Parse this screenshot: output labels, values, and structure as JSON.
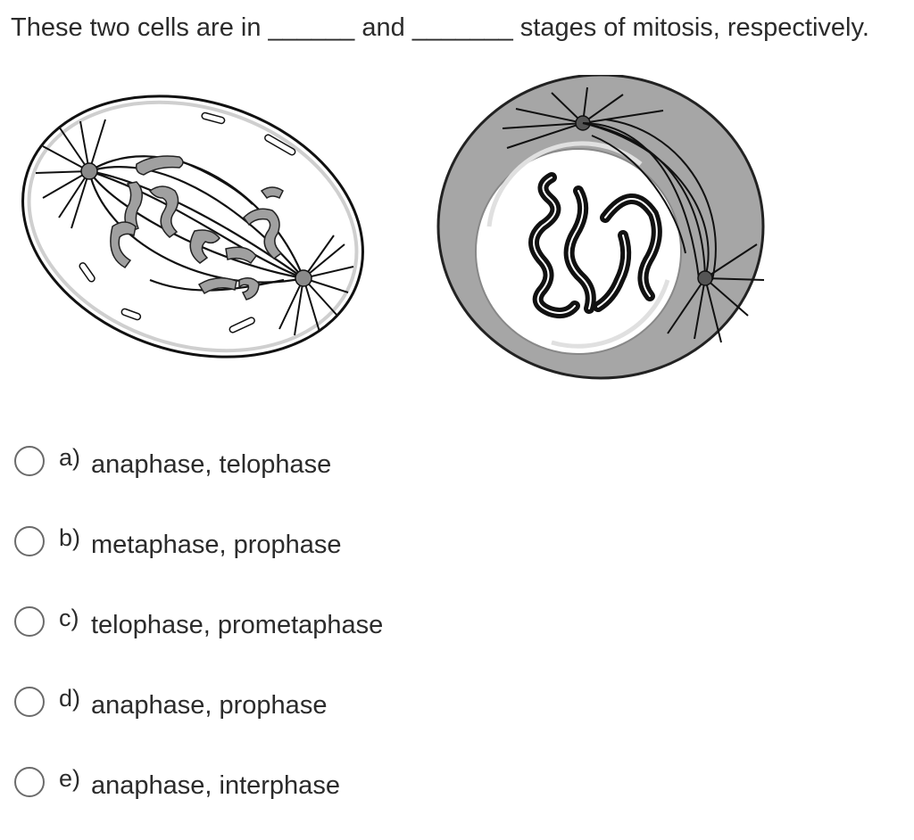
{
  "question": {
    "part1": "These two cells are in",
    "blank1": "______",
    "part2": "and",
    "blank2": "_______",
    "part3": "stages of mitosis, respectively."
  },
  "options": [
    {
      "letter": "a)",
      "text": "anaphase, telophase"
    },
    {
      "letter": "b)",
      "text": "metaphase, prophase"
    },
    {
      "letter": "c)",
      "text": "telophase, prometaphase"
    },
    {
      "letter": "d)",
      "text": "anaphase, prophase"
    },
    {
      "letter": "e)",
      "text": "anaphase, interphase"
    }
  ],
  "colors": {
    "text": "#2b2b2b",
    "cell_fill_left": "#ffffff",
    "cell_fill_right": "#a6a6a6",
    "chromosome_gray": "#a0a0a0",
    "chromosome_black": "#111111",
    "radio_border": "#6b6b6b"
  }
}
